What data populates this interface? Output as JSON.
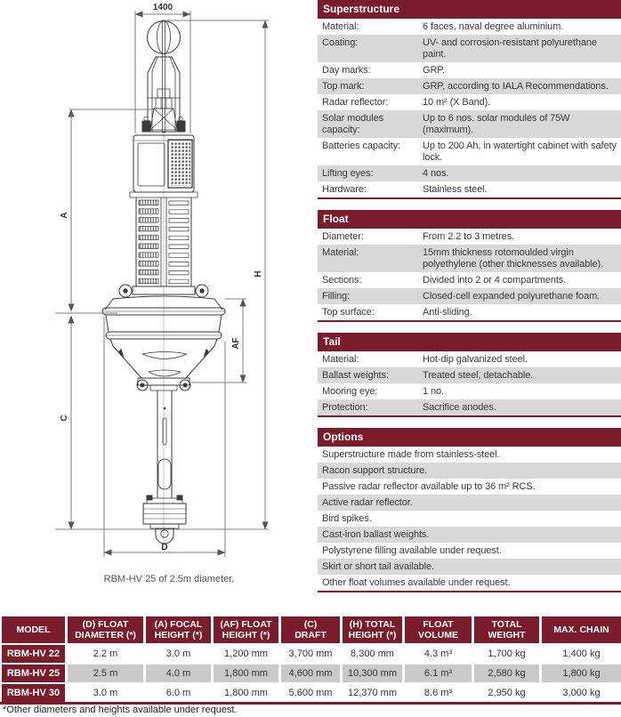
{
  "colors": {
    "maroon": "#7a1c2b",
    "spec_row_gray": "#d8d8d8",
    "table_row_gray": "#c9c9c9"
  },
  "drawing": {
    "width_label": "1400",
    "focal_label": "A",
    "draft_label": "C",
    "total_height_label": "H",
    "float_height_label": "AF",
    "diameter_label": "D",
    "caption": "RBM-HV 25 of 2.5m diameter."
  },
  "sections": [
    {
      "title": "Superstructure",
      "rows": [
        {
          "label": "Material:",
          "value": "6 faces, naval degree aluminium."
        },
        {
          "label": "Coating:",
          "value": "UV- and corrosion-resistant polyurethane paint."
        },
        {
          "label": "Day marks:",
          "value": "GRP."
        },
        {
          "label": "Top mark:",
          "value": "GRP, according to IALA Recommendations."
        },
        {
          "label": "Radar reflector:",
          "value": "10 m² (X Band)."
        },
        {
          "label": "Solar modules capacity:",
          "value": "Up to 6 nos. solar modules of 75W (maximum)."
        },
        {
          "label": "Batteries capacity:",
          "value": "Up to 200 Ah, in watertight cabinet with safety lock."
        },
        {
          "label": "Lifting eyes:",
          "value": "4 nos."
        },
        {
          "label": "Hardware:",
          "value": "Stainless steel."
        }
      ]
    },
    {
      "title": "Float",
      "rows": [
        {
          "label": "Diameter:",
          "value": "From 2.2 to 3 metres."
        },
        {
          "label": "Material:",
          "value": "15mm thickness rotomoulded virgin polyethylene (other thicknesses available)."
        },
        {
          "label": "Sections:",
          "value": "Divided into 2 or 4 compartments."
        },
        {
          "label": "Filling:",
          "value": "Closed-cell expanded polyurethane foam."
        },
        {
          "label": "Top surface:",
          "value": "Anti-sliding."
        }
      ]
    },
    {
      "title": "Tail",
      "rows": [
        {
          "label": "Material:",
          "value": "Hot-dip galvanized steel."
        },
        {
          "label": "Ballast weights:",
          "value": "Treated steel, detachable."
        },
        {
          "label": "Mooring eye:",
          "value": "1 no."
        },
        {
          "label": "Protection:",
          "value": "Sacrifice anodes."
        }
      ]
    }
  ],
  "options": {
    "title": "Options",
    "items": [
      "Superstructure made from stainless-steel.",
      "Racon support structure.",
      "Passive radar reflector available up to 36 m² RCS.",
      "Active radar reflector.",
      "Bird spikes.",
      "Cast-iron ballast weights.",
      "Polystyrene filling available under request.",
      "Skirt or short tail available.",
      "Other float volumes available under request."
    ]
  },
  "spec_table": {
    "headers": [
      "MODEL",
      "(D) FLOAT\nDIAMETER (*)",
      "(A) FOCAL\nHEIGHT (*)",
      "(AF) FLOAT\nHEIGHT (*)",
      "(C)\nDRAFT",
      "(H) TOTAL\nHEIGHT (*)",
      "FLOAT\nVOLUME",
      "TOTAL\nWEIGHT",
      "MAX. CHAIN"
    ],
    "rows": [
      {
        "model": "RBM-HV 22",
        "values": [
          "2.2 m",
          "3.0 m",
          "1,200 mm",
          "3,700 mm",
          "8,300 mm",
          "4.3 m³",
          "1,700 kg",
          "1,400 kg"
        ]
      },
      {
        "model": "RBM-HV 25",
        "values": [
          "2.5 m",
          "4.0 m",
          "1,800 mm",
          "4,600 mm",
          "10,300 mm",
          "6.1 m³",
          "2,580 kg",
          "1,800 kg"
        ]
      },
      {
        "model": "RBM-HV 30",
        "values": [
          "3.0 m",
          "6.0 m",
          "1,800 mm",
          "5,600 mm",
          "12,370 mm",
          "8.6 m³",
          "2,950 kg",
          "3,000 kg"
        ]
      }
    ],
    "footnote": "*Other diameters and heights available under request."
  }
}
